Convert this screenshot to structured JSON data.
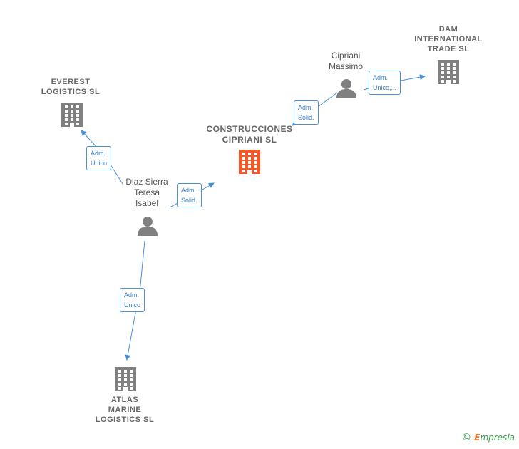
{
  "nodes": {
    "everest": {
      "lines": [
        "EVEREST",
        "LOGISTICS  SL"
      ],
      "type": "company"
    },
    "construcciones": {
      "lines": [
        "CONSTRUCCIONES",
        "CIPRIANI  SL"
      ],
      "type": "company-main"
    },
    "dam": {
      "lines": [
        "DAM",
        "INTERNATIONAL",
        "TRADE  SL"
      ],
      "type": "company"
    },
    "atlas": {
      "lines": [
        "ATLAS",
        "MARINE",
        "LOGISTICS  SL"
      ],
      "type": "company"
    },
    "diaz": {
      "lines": [
        "Diaz Sierra",
        "Teresa",
        "Isabel"
      ],
      "type": "person"
    },
    "cipriani": {
      "lines": [
        "Cipriani",
        "Massimo"
      ],
      "type": "person"
    }
  },
  "edges": [
    {
      "from": "diaz",
      "to": "everest",
      "lines": [
        "Adm.",
        "Unico"
      ]
    },
    {
      "from": "diaz",
      "to": "construcciones",
      "lines": [
        "Adm.",
        "Solid."
      ]
    },
    {
      "from": "diaz",
      "to": "atlas",
      "lines": [
        "Adm.",
        "Unico"
      ]
    },
    {
      "from": "cipriani",
      "to": "construcciones",
      "lines": [
        "Adm.",
        "Solid."
      ]
    },
    {
      "from": "cipriani",
      "to": "dam",
      "lines": [
        "Adm.",
        "Unico,..."
      ]
    }
  ],
  "colors": {
    "company_icon": "#808080",
    "main_company_icon": "#f05a28",
    "person_icon": "#808080",
    "edge": "#4a90d9"
  },
  "brand": {
    "copyright": "©",
    "initial": "E",
    "rest": "mpresia"
  }
}
